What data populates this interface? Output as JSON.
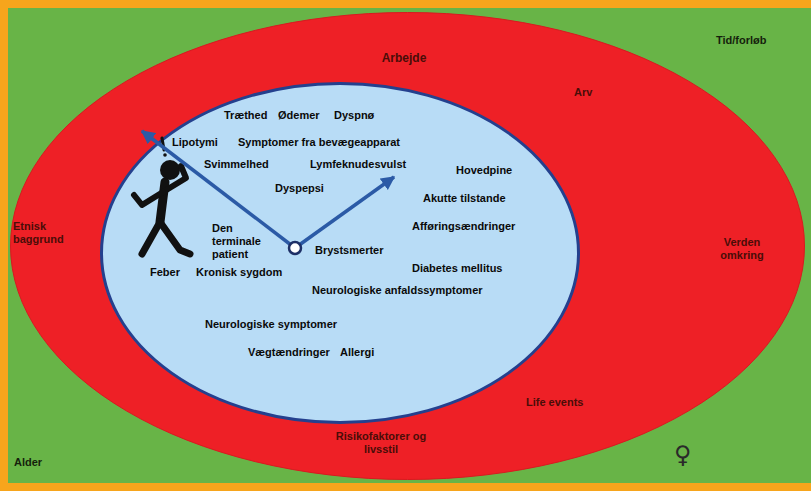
{
  "diagram": {
    "nodes": [
      {
        "text": [
          "Tid/forløb",
          "Alder",
          "♀"
        ]
      },
      {
        "text": [
          "Arbejde",
          "Arv",
          "Verden omkring",
          "Etnisk baggrund",
          "Life events",
          "Risikofaktorer og livsstil"
        ],
        "in": 0
      },
      {
        "text": [
          "Træthed",
          "Ødemer",
          "Dyspnø",
          "Lipotymi",
          "Symptomer fra bevægeapparat",
          "Svimmelhed",
          "Lymfeknudesvulst",
          "Hovedpine",
          "Dyspepsi",
          "Akutte tilstande",
          "Den terminale patient",
          "Afføringsændringer",
          "Brystsmerter",
          "Feber",
          "Kronisk sygdom",
          "Diabetes mellitus",
          "Neurologiske anfaldssymptomer",
          "Neurologiske symptomer",
          "Vægtændringer",
          "Allergi"
        ],
        "in": 1
      }
    ]
  }
}
